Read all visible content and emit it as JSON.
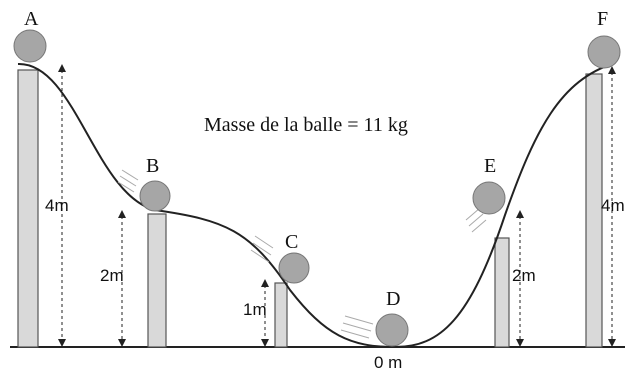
{
  "caption": "Masse de la balle = 11 kg",
  "points": [
    {
      "label": "A",
      "height": "4m"
    },
    {
      "label": "B",
      "height": "2m"
    },
    {
      "label": "C",
      "height": "1m"
    },
    {
      "label": "D",
      "height": "0 m"
    },
    {
      "label": "E",
      "height": "2m"
    },
    {
      "label": "F",
      "height": "4m"
    }
  ],
  "colors": {
    "ball": "#a6a6a6",
    "pillar": "#d9d9d9",
    "line": "#222222"
  }
}
